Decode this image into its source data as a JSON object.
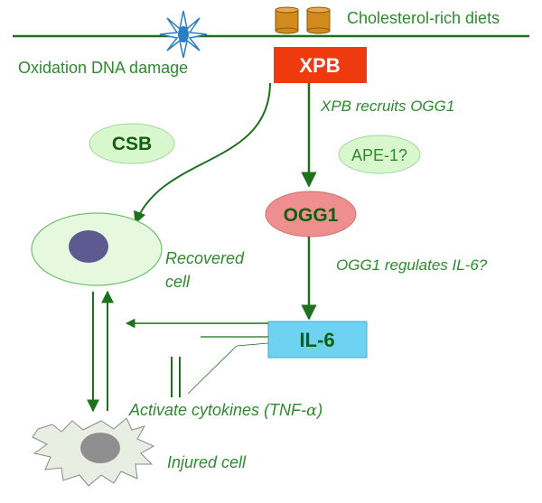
{
  "colors": {
    "green": "#1e6f1e",
    "text_green": "#2d8a2d",
    "dark_green": "#0f5f0f",
    "xpb_red": "#ef3a10",
    "ogg1_pink": "#ee8e8e",
    "il6_blue": "#6ed2f2",
    "ellipse_fill": "#d9f7cd",
    "nucleus_purple": "#5d5a92",
    "injured_fill": "#e8eee2",
    "injured_nucleus": "#8f8f8f",
    "can_orange": "#d18a1c",
    "star_blue": "#2a7fc4"
  },
  "labels": {
    "cholesterol": "Cholesterol-rich diets",
    "oxidation": "Oxidation DNA damage",
    "xpb": "XPB",
    "xpb_recruits": "XPB recruits OGG1",
    "csb": "CSB",
    "ape1": "APE-1?",
    "ogg1": "OGG1",
    "recovered_line1": "Recovered",
    "recovered_line2": "cell",
    "ogg1_regulates": "OGG1 regulates IL-6?",
    "il6": "IL-6",
    "activate_prefix": "Activate cytokines (TNF-",
    "alpha": "α",
    "activate_suffix": ")",
    "injured": "Injured cell"
  },
  "icons": {
    "diet": "cholesterol-can-icon",
    "damage": "dna-damage-star-icon"
  }
}
